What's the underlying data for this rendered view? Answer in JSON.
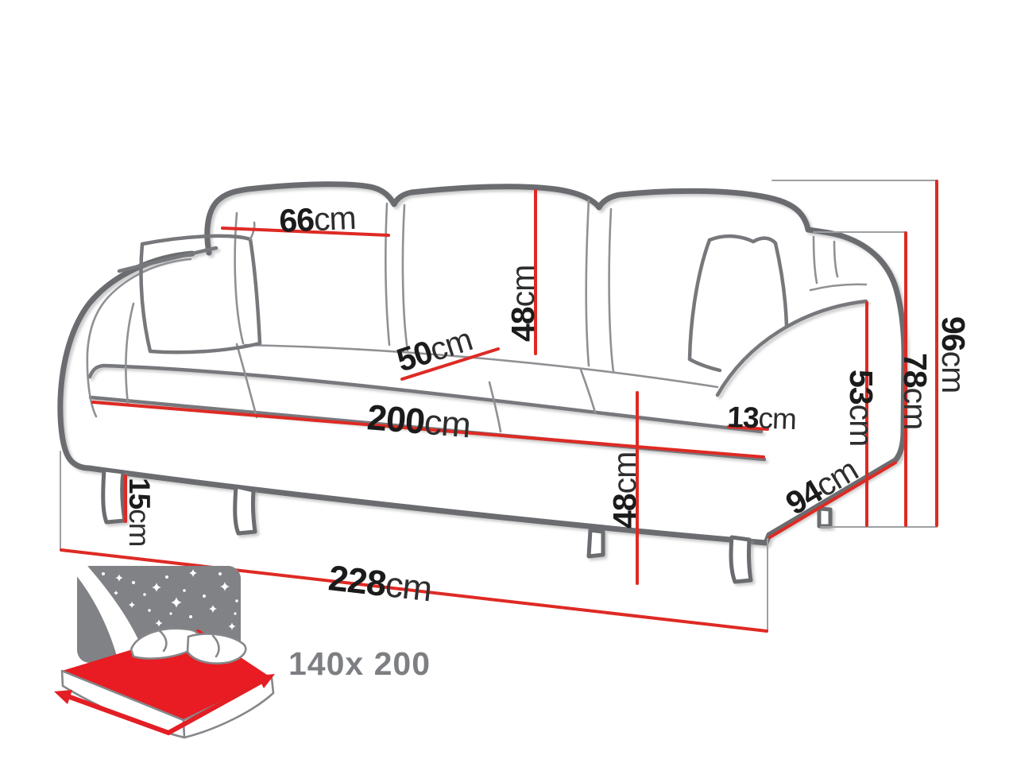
{
  "diagram": {
    "type": "product-dimension-diagram",
    "subject": "three-seat sofa bed with measurements",
    "units": "cm"
  },
  "dimensions": {
    "backrest_cushion_width": {
      "value": "66",
      "unit": "cm"
    },
    "backrest_cushion_height": {
      "value": "48",
      "unit": "cm"
    },
    "seat_depth": {
      "value": "50",
      "unit": "cm"
    },
    "seat_width": {
      "value": "200",
      "unit": "cm"
    },
    "armrest_width": {
      "value": "13",
      "unit": "cm"
    },
    "armrest_inner_height": {
      "value": "53",
      "unit": "cm"
    },
    "armrest_height": {
      "value": "78",
      "unit": "cm"
    },
    "total_height": {
      "value": "96",
      "unit": "cm"
    },
    "seat_height": {
      "value": "48",
      "unit": "cm"
    },
    "leg_height": {
      "value": "15",
      "unit": "cm"
    },
    "total_depth": {
      "value": "94",
      "unit": "cm"
    },
    "total_width": {
      "value": "228",
      "unit": "cm"
    }
  },
  "sleeping_area": {
    "label": "140x 200"
  },
  "colors": {
    "dimension_line": "#de2a24",
    "outline": "#6b6c6f",
    "text": "#1b1b1b",
    "bed_icon_gray": "#808285",
    "bed_icon_red": "#e81c22",
    "bed_label_gray": "#7d7f82",
    "background": "#ffffff"
  }
}
